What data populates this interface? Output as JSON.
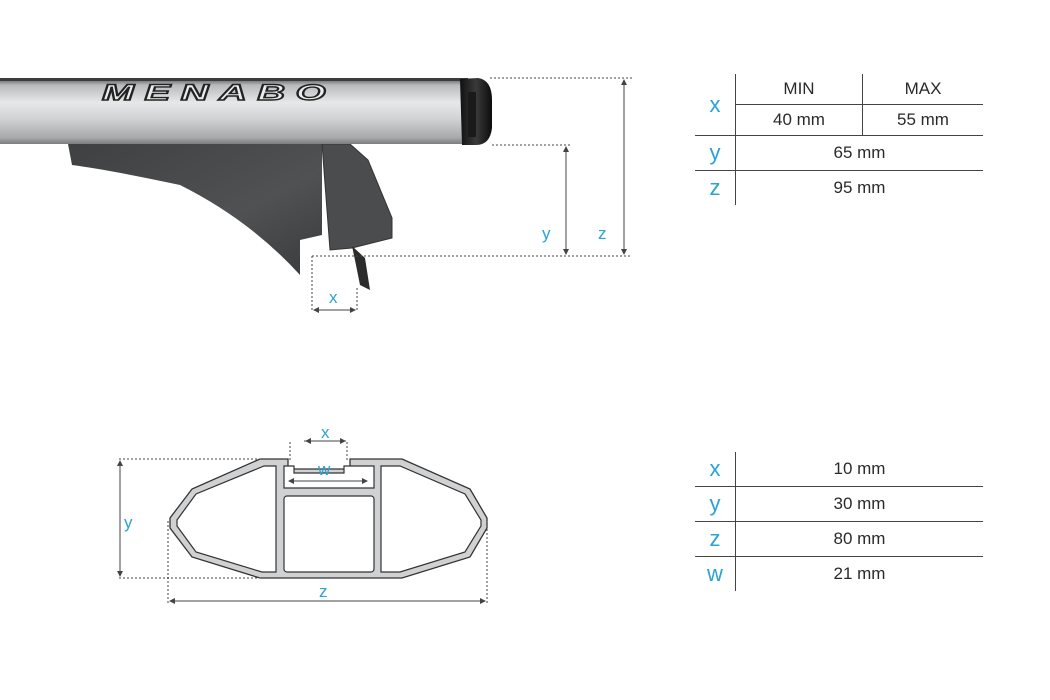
{
  "brand": {
    "logo_text": "MENABO"
  },
  "colors": {
    "accent": "#2ba3d3",
    "text": "#2a2a2a",
    "line": "#444444",
    "bar": "#c8c9cb",
    "foot": "#4a4b4d"
  },
  "foot_diagram": {
    "labels": {
      "x": "x",
      "y": "y",
      "z": "z"
    }
  },
  "foot_table": {
    "headers": {
      "min": "MIN",
      "max": "MAX"
    },
    "rows": [
      {
        "label": "x",
        "min": "40 mm",
        "max": "55 mm"
      },
      {
        "label": "y",
        "value": "65 mm"
      },
      {
        "label": "z",
        "value": "95 mm"
      }
    ]
  },
  "profile_diagram": {
    "labels": {
      "x": "x",
      "w": "w",
      "y": "y",
      "z": "z"
    }
  },
  "profile_table": {
    "rows": [
      {
        "label": "x",
        "value": "10 mm"
      },
      {
        "label": "y",
        "value": "30 mm"
      },
      {
        "label": "z",
        "value": "80 mm"
      },
      {
        "label": "w",
        "value": "21 mm"
      }
    ]
  }
}
